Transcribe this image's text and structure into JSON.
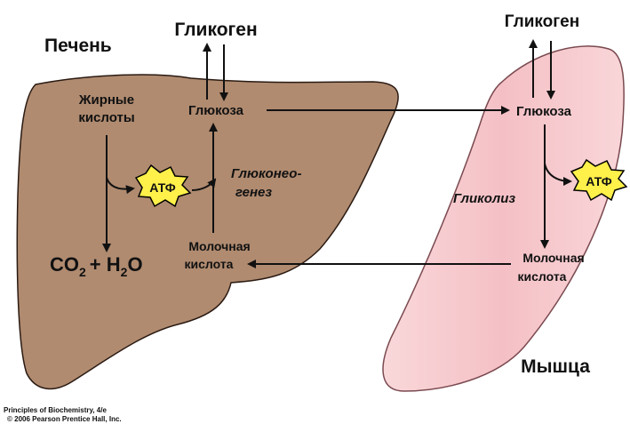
{
  "labels": {
    "liver": "Печень",
    "muscle": "Мышца",
    "glycogen_liver": "Гликоген",
    "glycogen_muscle": "Гликоген",
    "fatty_acids_line1": "Жирные",
    "fatty_acids_line2": "кислоты",
    "glucose_liver": "Глюкоза",
    "glucose_muscle": "Глюкоза",
    "gluconeogenesis_line1": "Глюконео-",
    "gluconeogenesis_line2": "генез",
    "glycolysis": "Гликолиз",
    "lactic_liver_line1": "Молочная",
    "lactic_liver_line2": "кислота",
    "lactic_muscle_line1": "Молочная",
    "lactic_muscle_line2": "кислота",
    "co2_co": "CO",
    "co2_sub": "2",
    "plus": "+ H",
    "h2o_sub": "2",
    "h2o_o": "O",
    "atp_liver": "АТФ",
    "atp_muscle": "АТФ"
  },
  "footer": {
    "line1": "Principles of Biochemistry, 4/e",
    "line2": "© 2006 Pearson Prentice Hall, Inc."
  },
  "colors": {
    "liver_fill": "#b08b70",
    "liver_stroke": "#2a1a12",
    "muscle_fill": "#f6c8cc",
    "muscle_stroke": "#7a4a50",
    "atp_fill": "#fff04a",
    "atp_stroke": "#000000",
    "arrow": "#111111"
  }
}
